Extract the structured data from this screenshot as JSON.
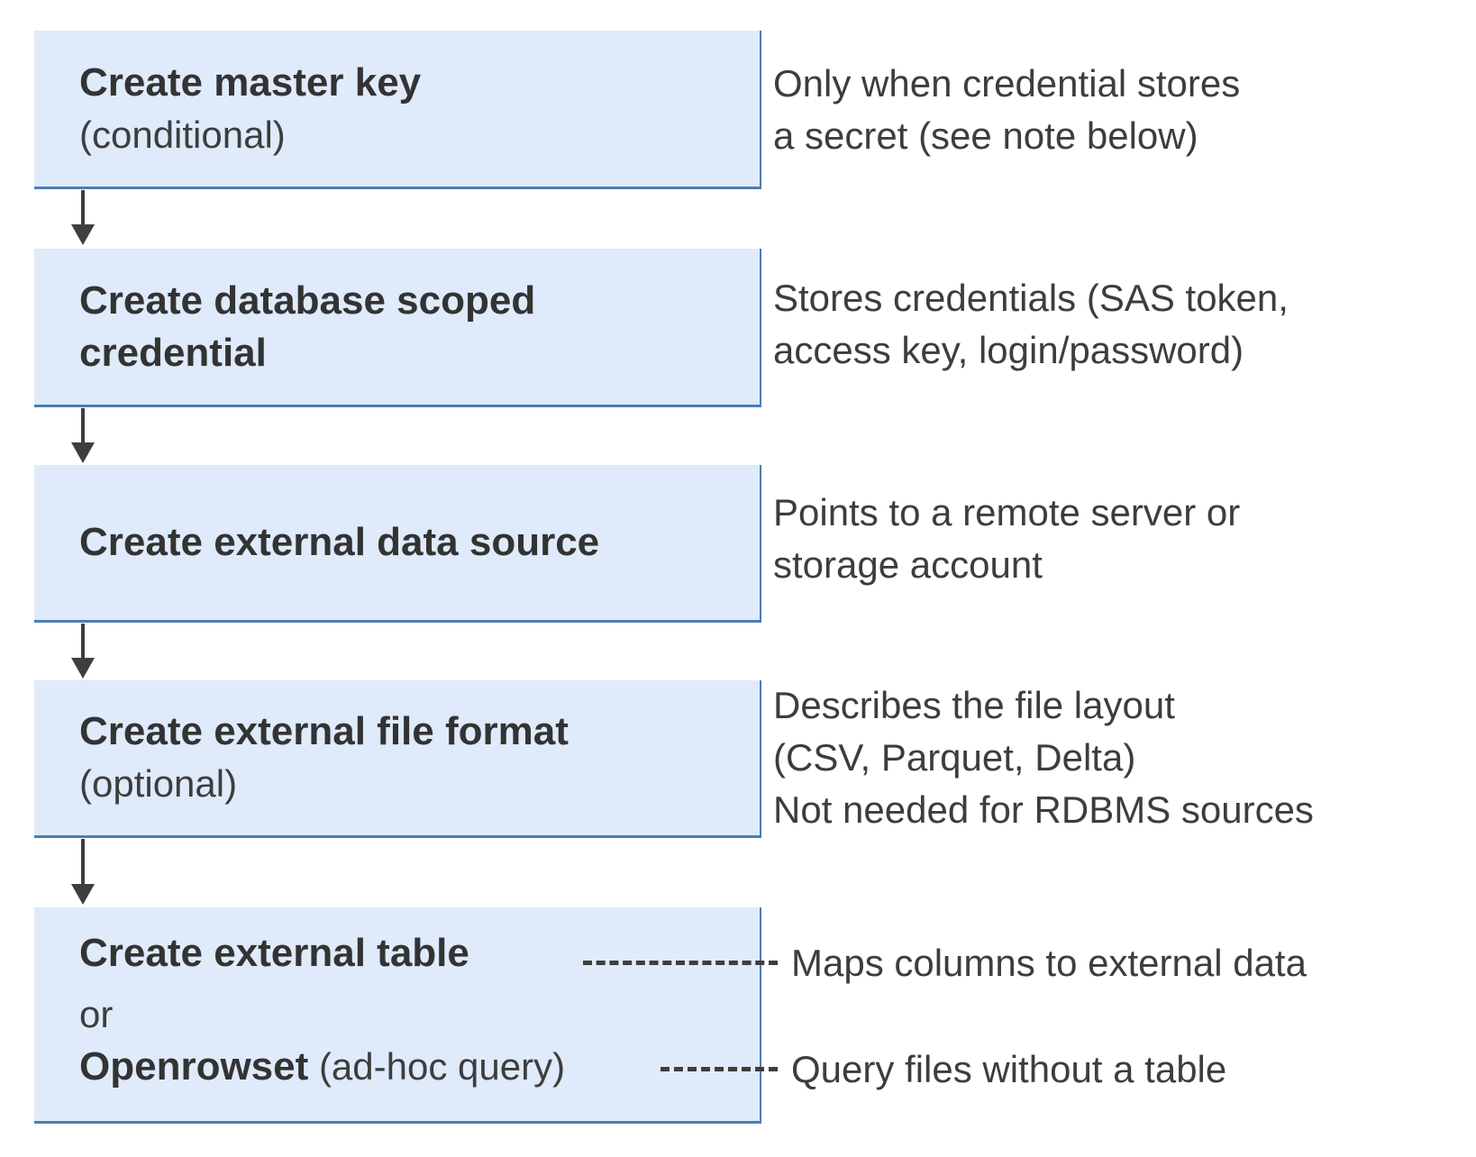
{
  "colors": {
    "box_fill": "#dfeafb",
    "box_border": "#4d7dae",
    "title_text": "#333333",
    "body_text": "#3d3d3d",
    "connector": "#3e3e3e",
    "background": "#ffffff"
  },
  "steps": [
    {
      "title": "Create master key",
      "subtitle": "(conditional)"
    },
    {
      "title": "Create database scoped credential"
    },
    {
      "title": "Create external data source"
    },
    {
      "title": "Create external file format",
      "subtitle": "(optional)"
    },
    {
      "option1": "Create external table",
      "or_word": "or",
      "option2_bold": "Openrowset",
      "option2_rest": " (ad-hoc query)"
    }
  ],
  "notes": [
    {
      "lines": [
        "Only when credential stores",
        "a secret (see note below)"
      ]
    },
    {
      "lines": [
        "Stores credentials (SAS token,",
        "access key, login/password)"
      ]
    },
    {
      "lines": [
        "Points to a remote server or",
        "storage account"
      ]
    },
    {
      "lines": [
        "Describes the file layout",
        "(CSV, Parquet, Delta)",
        "Not needed for RDBMS sources"
      ]
    },
    {
      "lines": [
        "Maps columns to external data"
      ]
    },
    {
      "lines": [
        "Query files without a table"
      ]
    }
  ]
}
